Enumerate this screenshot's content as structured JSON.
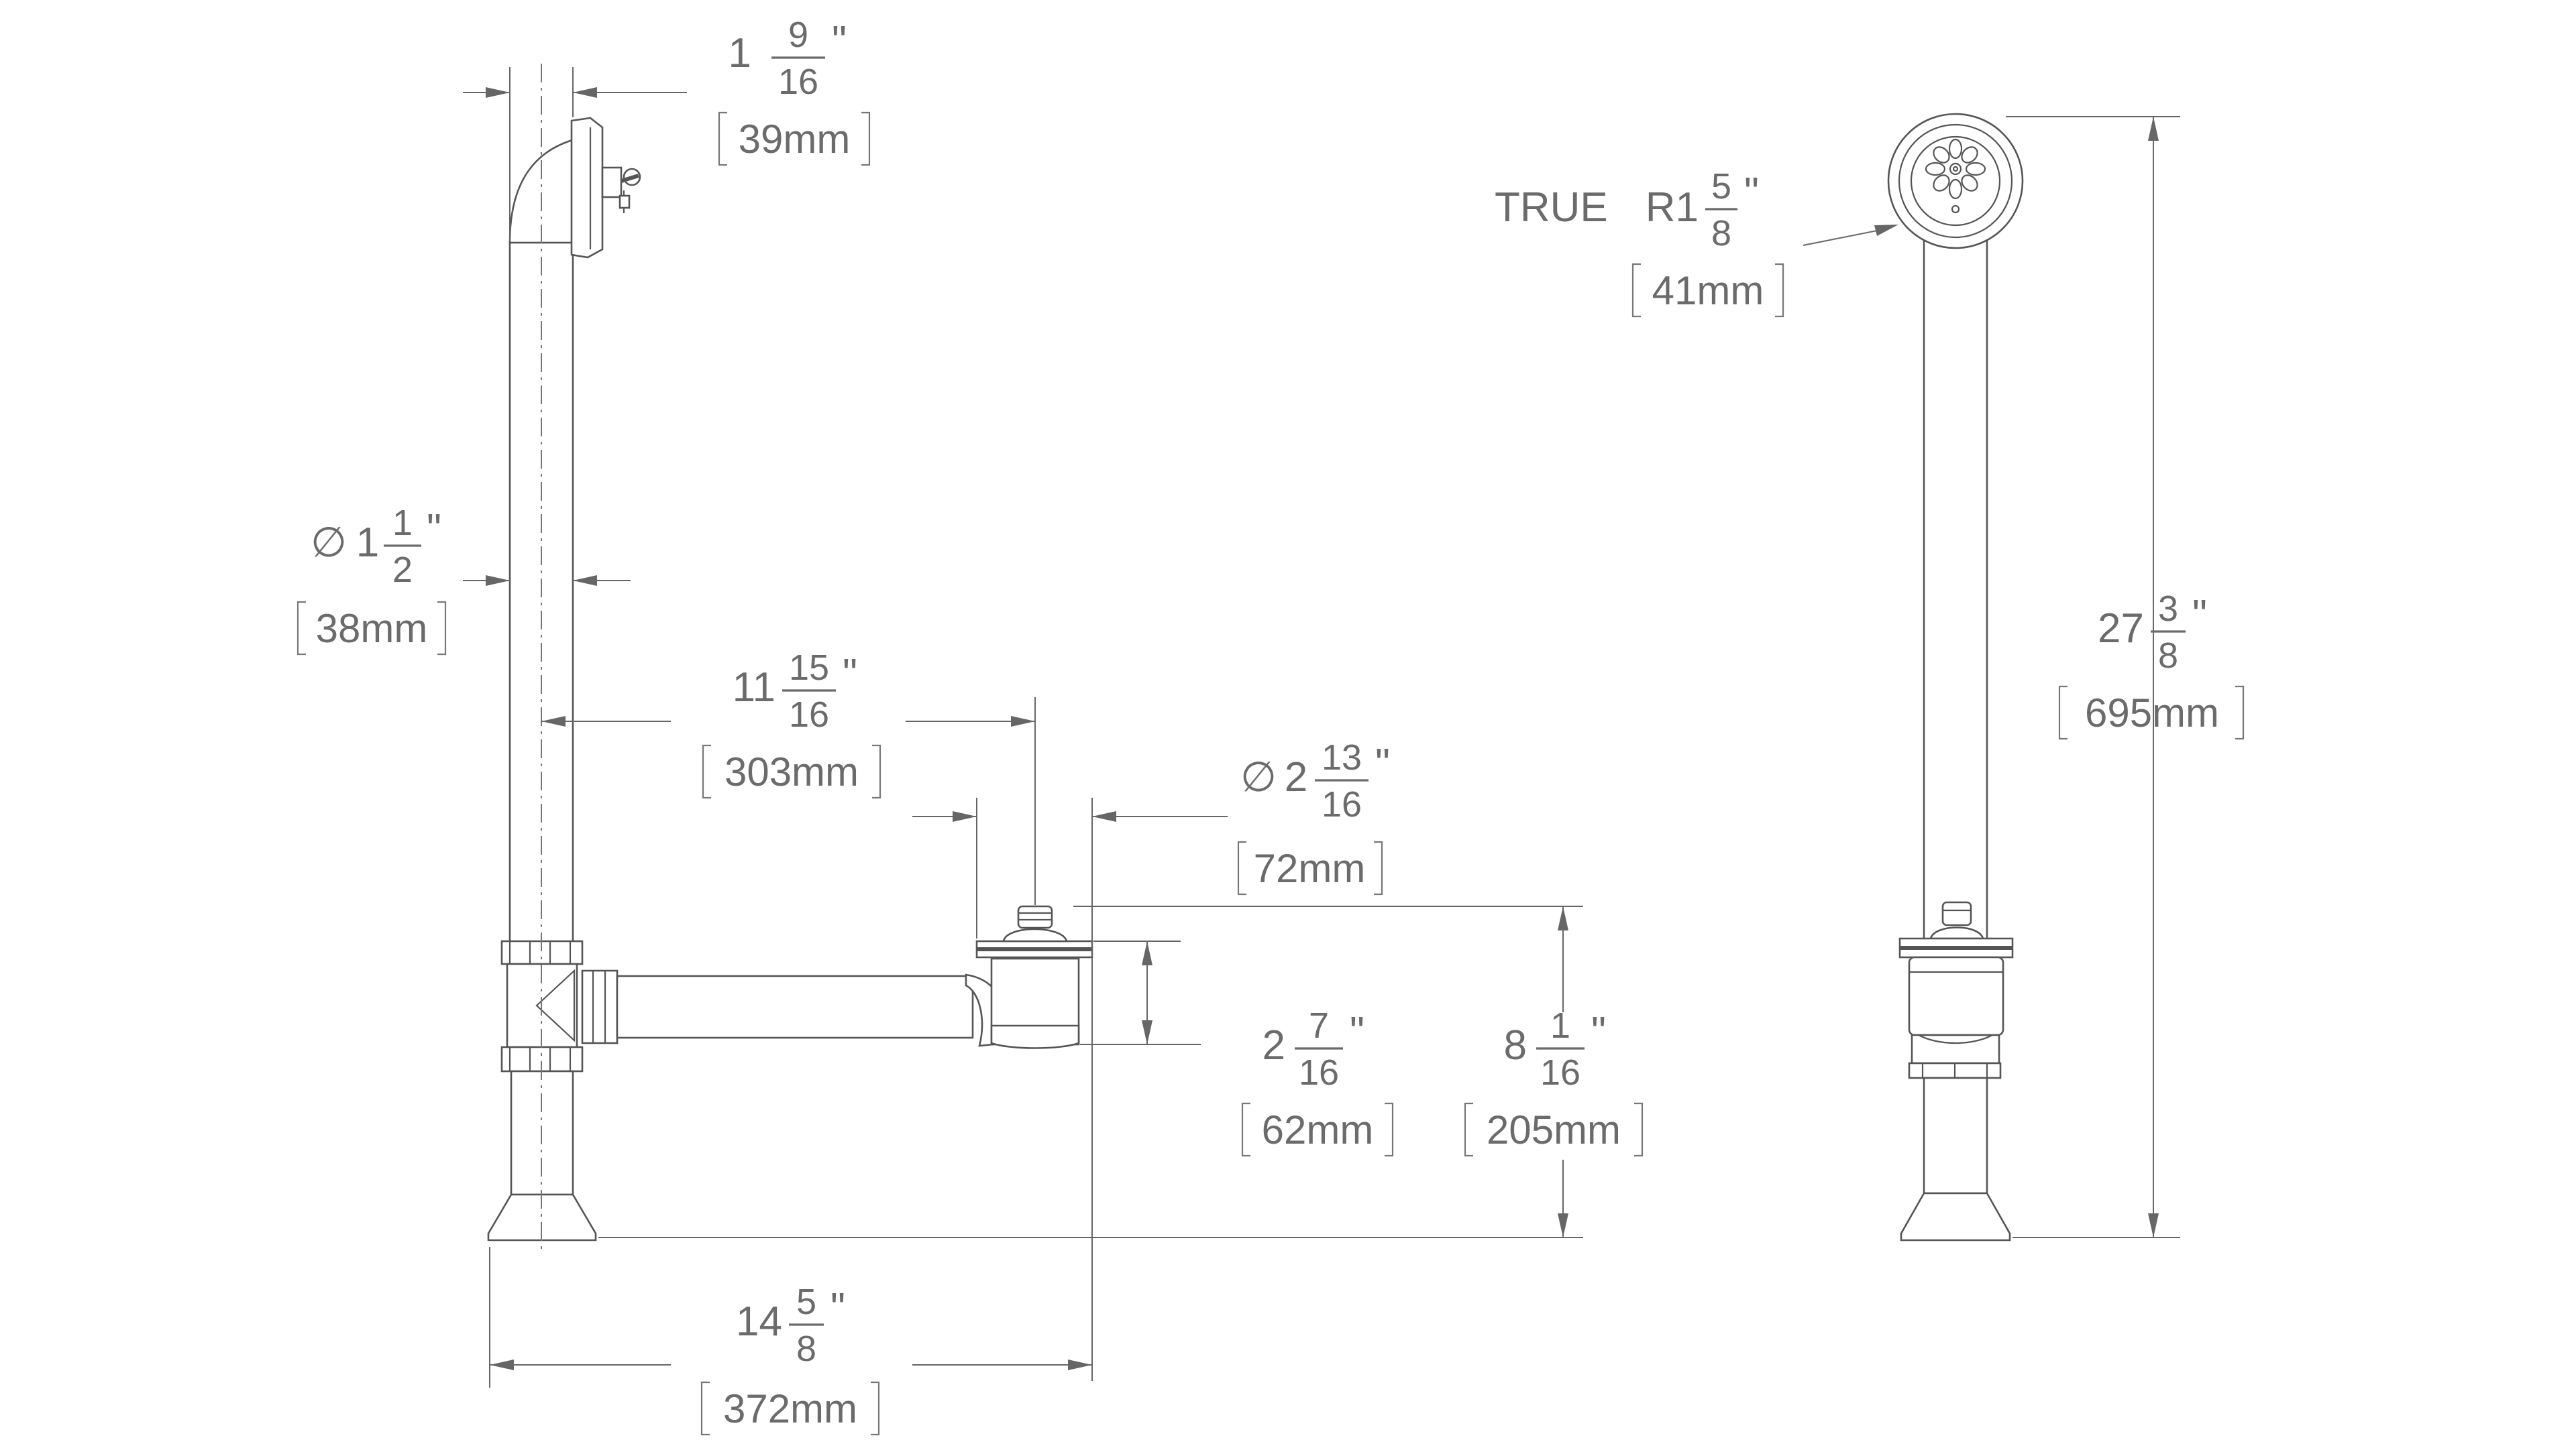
{
  "dimensions": {
    "overflow_height": {
      "whole": "1",
      "num": "9",
      "den": "16",
      "unit": "\"",
      "metric": "39mm"
    },
    "tube_diameter": {
      "prefix": "∅",
      "whole": "1",
      "num": "1",
      "den": "2",
      "unit": "\"",
      "metric": "38mm"
    },
    "offset_horizontal": {
      "whole": "11",
      "num": "15",
      "den": "16",
      "unit": "\"",
      "metric": "303mm"
    },
    "drain_diameter": {
      "prefix": "∅",
      "whole": "2",
      "num": "13",
      "den": "16",
      "unit": "\"",
      "metric": "72mm"
    },
    "drain_depth": {
      "whole": "2",
      "num": "7",
      "den": "16",
      "unit": "\"",
      "metric": "62mm"
    },
    "drain_height": {
      "whole": "8",
      "num": "1",
      "den": "16",
      "unit": "\"",
      "metric": "205mm"
    },
    "overall_width": {
      "whole": "14",
      "num": "5",
      "den": "8",
      "unit": "\"",
      "metric": "372mm"
    },
    "faceplate_radius": {
      "prefix": "TRUE",
      "whole": "R1",
      "num": "5",
      "den": "8",
      "unit": "\"",
      "metric": "41mm"
    },
    "overall_height": {
      "whole": "27",
      "num": "3",
      "den": "8",
      "unit": "\"",
      "metric": "695mm"
    }
  }
}
